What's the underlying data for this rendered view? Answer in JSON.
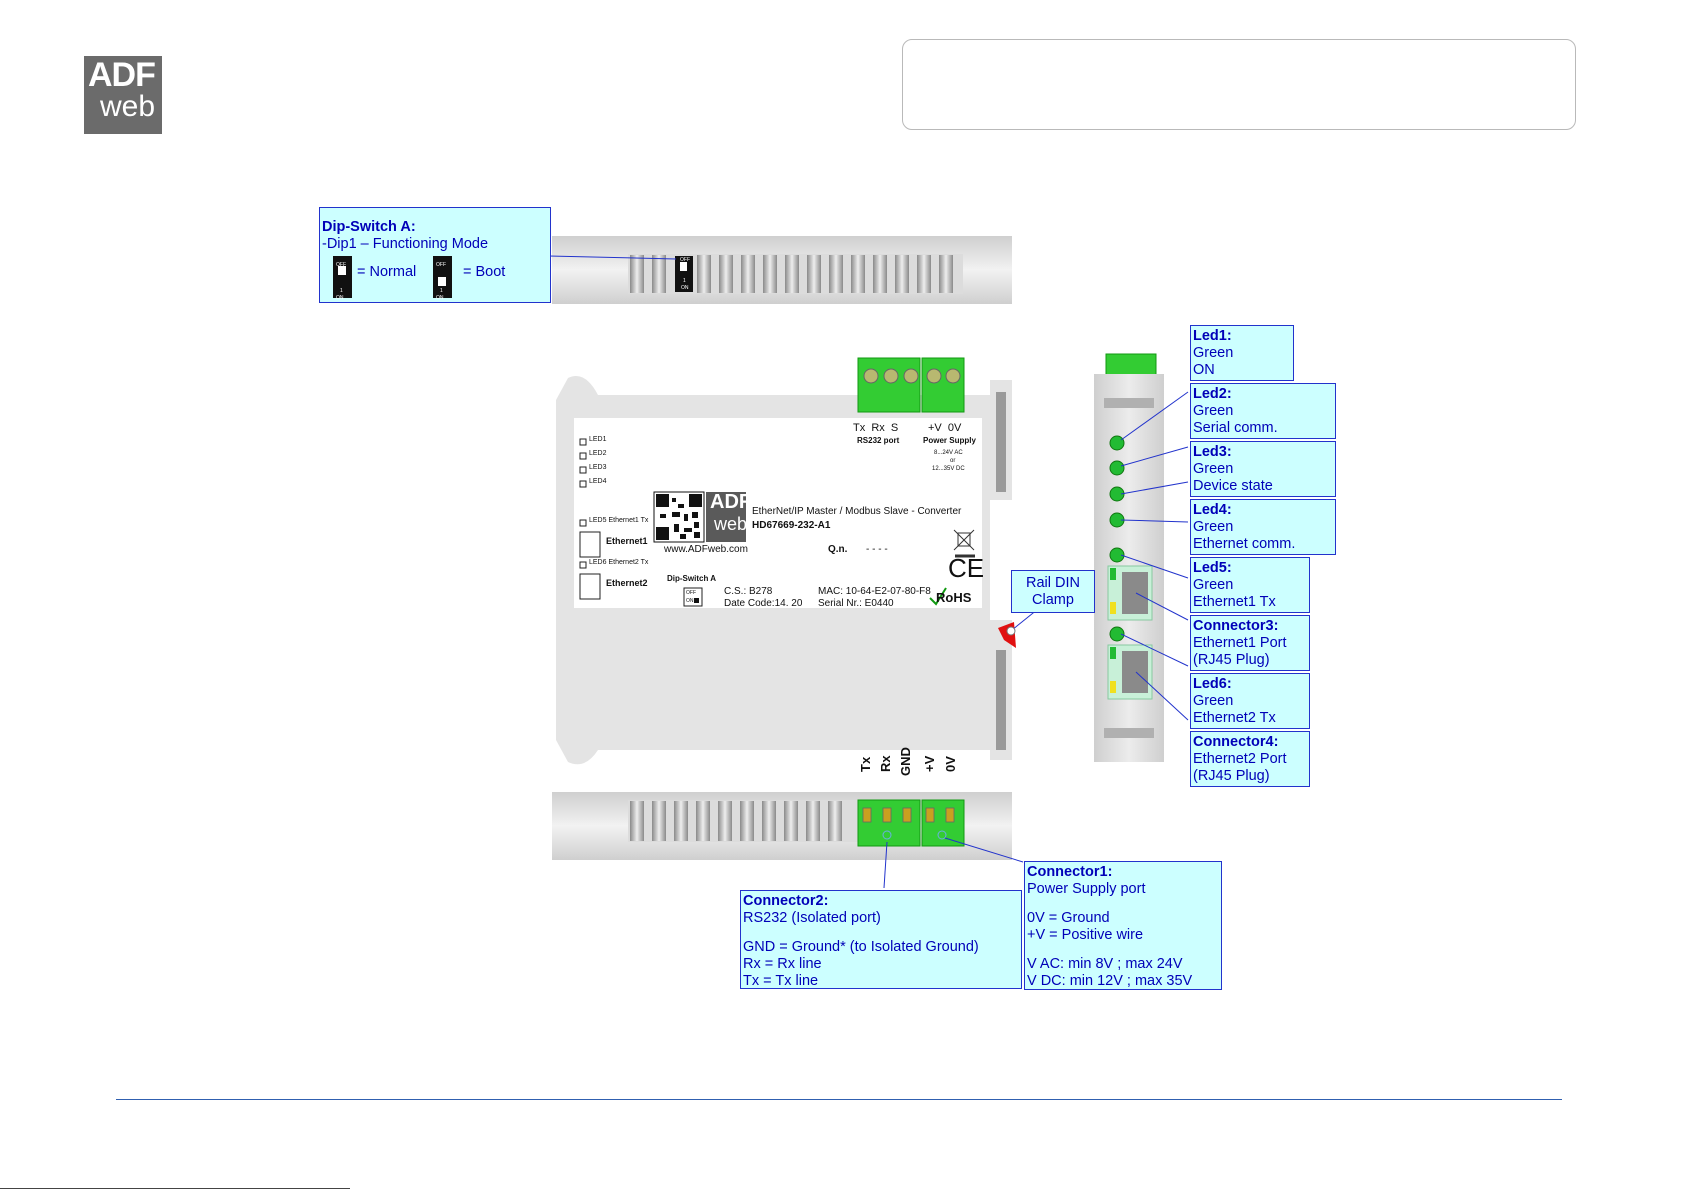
{
  "logo": {
    "line1": "ADF",
    "line2": "web"
  },
  "dip_switch_callout": {
    "title": "Dip-Switch A:",
    "line1": "-Dip1 – Functioning Mode",
    "normal": "= Normal",
    "boot": "= Boot"
  },
  "switch_glyph": {
    "off": "OFF",
    "one": "1",
    "on": "ON"
  },
  "device_label": {
    "leds": [
      "LED1",
      "LED2",
      "LED3",
      "LED4"
    ],
    "led5": "LED5 Ethernet1 Tx",
    "led6": "LED6 Ethernet2 Tx",
    "ethernet1": "Ethernet1",
    "ethernet2": "Ethernet2",
    "rs232_pins": "Tx  Rx  S",
    "rs232_port": "RS232 port",
    "ps_pins": "+V  0V",
    "ps_label": "Power Supply",
    "ps_ac": "8...24V AC",
    "ps_or": "or",
    "ps_dc": "12...35V DC",
    "qr_logo_top": "ADF",
    "qr_logo_bottom": "web",
    "product_desc": "EtherNet/IP Master / Modbus Slave - Converter",
    "product_code": "HD67669-232-A1",
    "website": "www.ADFweb.com",
    "qn_label": "Q.n.",
    "qn_value": "- - - -",
    "dip_label": "Dip-Switch A",
    "cs": "C.S.: B278",
    "date_code": "Date Code:14. 20",
    "mac": "MAC: 10-64-E2-07-80-F8",
    "serial": "Serial Nr.: E0440",
    "ce": "CE",
    "rohs": "RoHS"
  },
  "rail_callout": {
    "line1": "Rail DIN",
    "line2": "Clamp"
  },
  "bottom_pins": [
    "Tx",
    "Rx",
    "GND",
    "+V",
    "0V"
  ],
  "led_callouts": [
    {
      "title": "Led1:",
      "lines": [
        "Green",
        "ON"
      ]
    },
    {
      "title": "Led2:",
      "lines": [
        "Green",
        "Serial comm."
      ]
    },
    {
      "title": "Led3:",
      "lines": [
        "Green",
        "Device state"
      ]
    },
    {
      "title": "Led4:",
      "lines": [
        "Green",
        "Ethernet comm."
      ]
    },
    {
      "title": "Led5:",
      "lines": [
        "Green",
        "Ethernet1 Tx"
      ]
    },
    {
      "title": "Connector3:",
      "lines": [
        "Ethernet1 Port",
        "(RJ45 Plug)"
      ]
    },
    {
      "title": "Led6:",
      "lines": [
        "Green",
        "Ethernet2 Tx"
      ]
    },
    {
      "title": "Connector4:",
      "lines": [
        "Ethernet2 Port",
        "(RJ45 Plug)"
      ]
    }
  ],
  "connector2": {
    "title": "Connector2:",
    "subtitle": "RS232 (Isolated port)",
    "gnd": "GND = Ground* (to Isolated Ground)",
    "rx": "Rx = Rx line",
    "tx": "Tx = Tx line"
  },
  "connector1": {
    "title": "Connector1:",
    "subtitle": "Power Supply port",
    "gnd": "0V = Ground",
    "pos": "+V = Positive wire",
    "vac": "V AC: min 8V ; max 24V",
    "vdc": "V DC: min 12V ; max 35V"
  },
  "colors": {
    "callout_bg": "#ccffff",
    "callout_border": "#2233cc",
    "callout_text": "#0000b8",
    "led_green": "#22bb33",
    "terminal_green": "#33cc33",
    "housing": "#e4e4e4",
    "footer_line": "#3060b0"
  }
}
